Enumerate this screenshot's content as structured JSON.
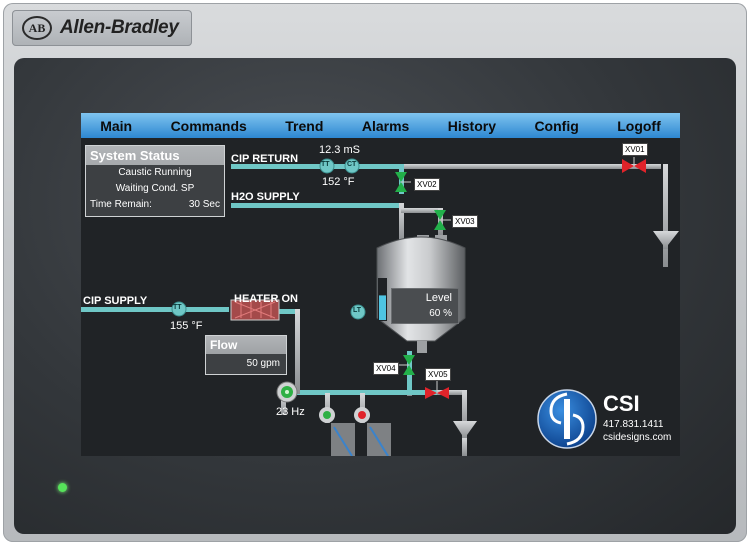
{
  "brand": {
    "logo_letters": "AB",
    "name": "Allen-Bradley"
  },
  "menu": {
    "items": [
      {
        "label": "Main"
      },
      {
        "label": "Commands"
      },
      {
        "label": "Trend"
      },
      {
        "label": "Alarms"
      },
      {
        "label": "History"
      },
      {
        "label": "Config"
      },
      {
        "label": "Logoff"
      }
    ]
  },
  "status": {
    "title": "System Status",
    "line1": "Caustic Running",
    "line2": "Waiting Cond. SP",
    "time_label": "Time Remain:",
    "time_value": "30 Sec"
  },
  "process": {
    "cip_return": "CIP RETURN",
    "h2o_supply": "H2O SUPPLY",
    "cip_supply": "CIP SUPPLY",
    "heater_on": "HEATER ON",
    "conductivity": "12.3 mS",
    "return_temp": "152 °F",
    "supply_temp": "155 °F",
    "tt": "TT",
    "ct": "CT",
    "lt": "LT",
    "tt2": "TT",
    "valves": {
      "xv01": "XV01",
      "xv02": "XV02",
      "xv03": "XV03",
      "xv04": "XV04",
      "xv05": "XV05"
    },
    "pump_speed": "23 Hz"
  },
  "tank": {
    "level_label": "Level",
    "level_value": "60 %",
    "level_fraction": 0.6
  },
  "flow": {
    "label": "Flow",
    "value": "50 gpm"
  },
  "csi": {
    "name": "CSI",
    "phone": "417.831.1411",
    "web": "csidesigns.com"
  },
  "colors": {
    "pipe": "#6fc7c6",
    "menu_top": "#7fc4ef",
    "menu_bottom": "#2d87d1",
    "valve_open": "#22b04a",
    "valve_closed": "#e0232a",
    "led": "#56e35a"
  }
}
